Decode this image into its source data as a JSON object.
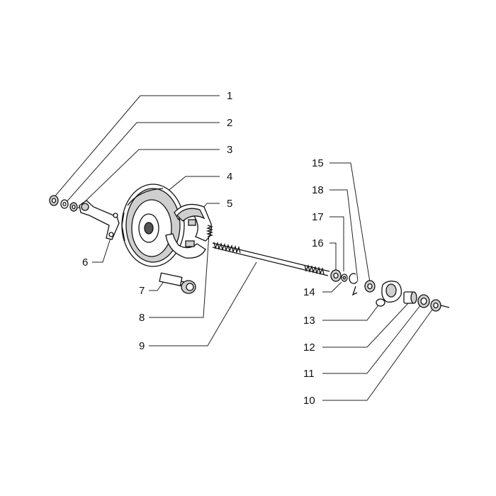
{
  "diagram": {
    "callouts": [
      {
        "key": "c1",
        "text": "1"
      },
      {
        "key": "c2",
        "text": "2"
      },
      {
        "key": "c3",
        "text": "3"
      },
      {
        "key": "c4",
        "text": "4"
      },
      {
        "key": "c5",
        "text": "5"
      },
      {
        "key": "c6",
        "text": "6"
      },
      {
        "key": "c7",
        "text": "7"
      },
      {
        "key": "c8",
        "text": "8"
      },
      {
        "key": "c9",
        "text": "9"
      },
      {
        "key": "c10",
        "text": "10"
      },
      {
        "key": "c11",
        "text": "11"
      },
      {
        "key": "c12",
        "text": "12"
      },
      {
        "key": "c13",
        "text": "13"
      },
      {
        "key": "c14",
        "text": "14"
      },
      {
        "key": "c15",
        "text": "15"
      },
      {
        "key": "c16",
        "text": "16"
      },
      {
        "key": "c17",
        "text": "17"
      },
      {
        "key": "c18",
        "text": "18"
      }
    ]
  }
}
